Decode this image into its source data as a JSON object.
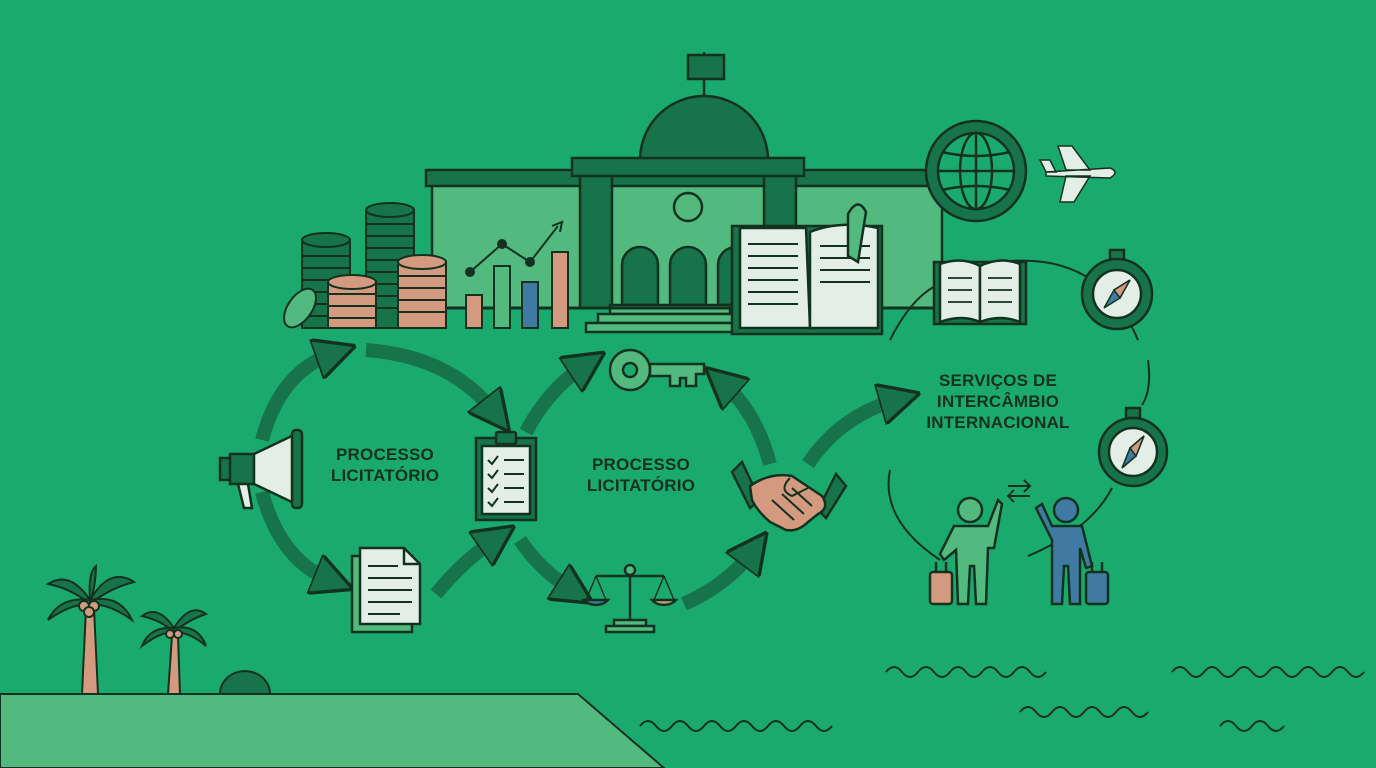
{
  "labels": {
    "process_left": {
      "line1": "PROCESSO",
      "line2": "LICITATÓRIO"
    },
    "process_center": {
      "line1": "PROCESSO",
      "line2": "LICITATÓRIO"
    },
    "exchange": {
      "line1": "SERVIÇOS DE",
      "line2": "INTERCÂMBIO",
      "line3": "INTERNACIONAL"
    }
  },
  "colors": {
    "background": "#1aaa6e",
    "dark_green": "#17734a",
    "outline": "#12321f",
    "light_green": "#52b97f",
    "pale": "#e3efe6",
    "coral": "#d39a7f",
    "blue": "#3f7aa3"
  },
  "icons": [
    "government-building-icon",
    "coin-stacks-icon",
    "bar-chart-icon",
    "open-book-icon",
    "globe-icon",
    "airplane-icon",
    "compass-icon",
    "megaphone-icon",
    "clipboard-checklist-icon",
    "document-icon",
    "key-icon",
    "scales-of-justice-icon",
    "handshake-icon",
    "travelers-icon",
    "palm-tree-icon",
    "waves-icon"
  ]
}
